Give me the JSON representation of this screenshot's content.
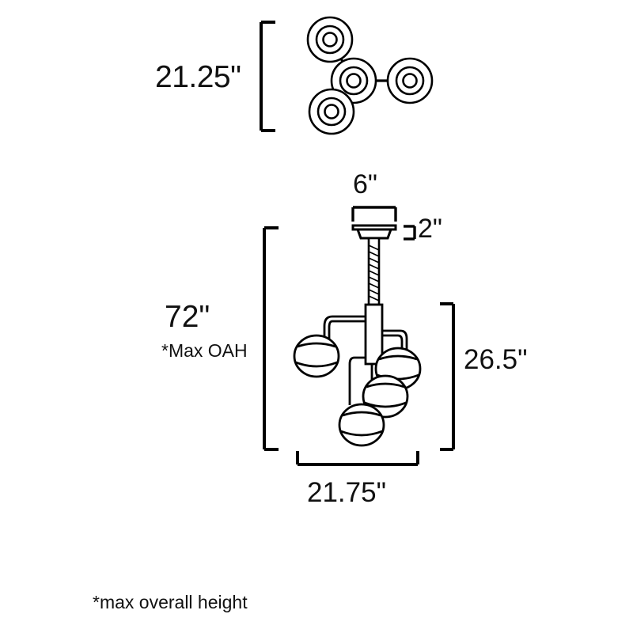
{
  "diagram": {
    "title": "Pendant light fixture dimension drawing",
    "line_color": "#000000",
    "fill_color": "#ffffff",
    "labels": {
      "top_view_height": "21.25\"",
      "canopy_width": "6\"",
      "canopy_height": "2\"",
      "overall_height": "72\"",
      "overall_height_note": "*Max OAH",
      "fixture_height": "26.5\"",
      "fixture_width": "21.75\"",
      "footnote": "*max overall height"
    }
  }
}
